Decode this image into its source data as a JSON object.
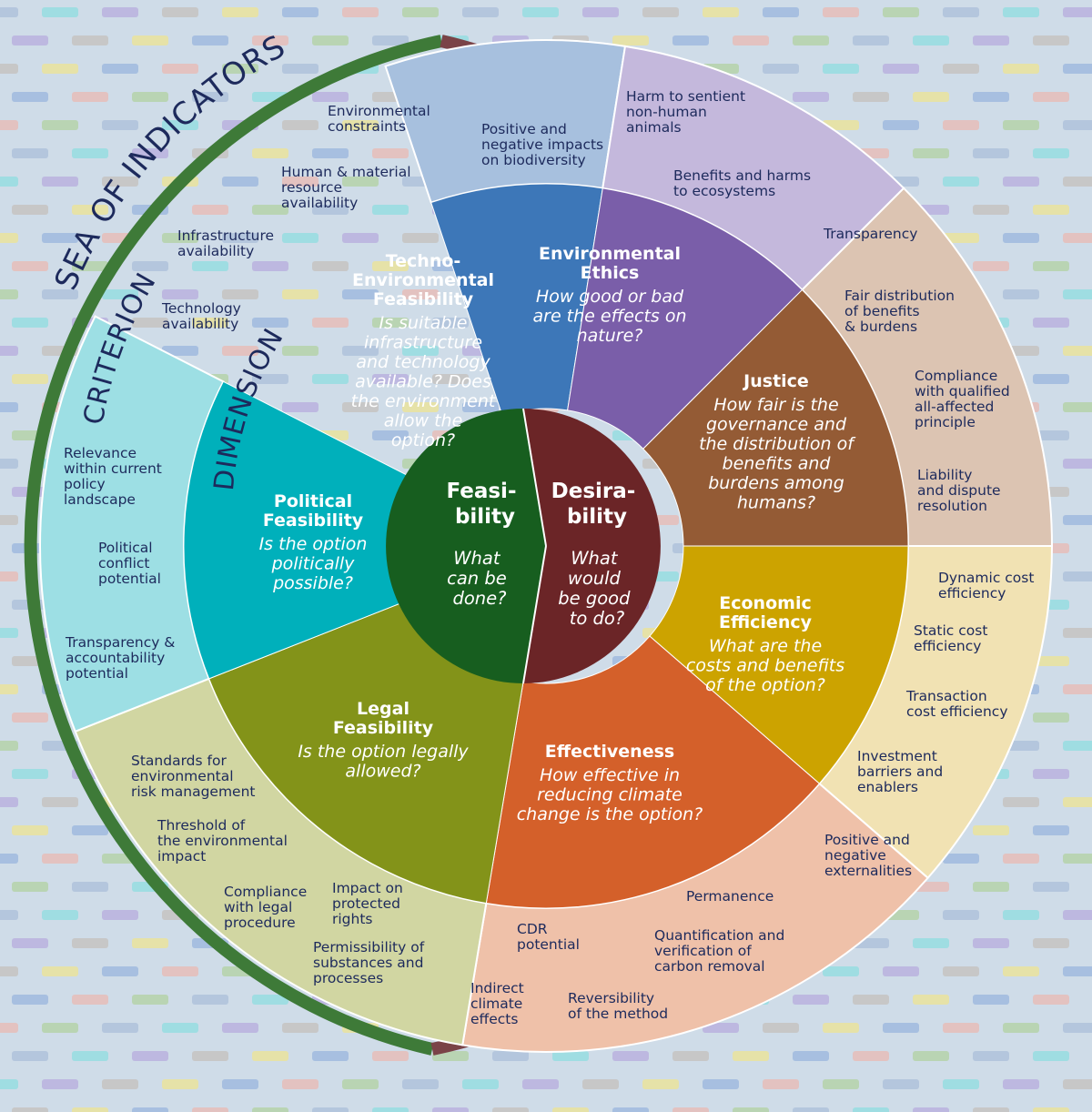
{
  "colors": {
    "background": "#cfdce8",
    "feasibility_border": "#3e7a38",
    "desirability_border": "#7a4347",
    "text_dark": "#1d2a5c"
  },
  "labels": {
    "sea_of_indicators": "SEA OF INDICATORS",
    "criterion": "CRITERION",
    "dimension": "DIMENSION"
  },
  "core": {
    "feasibility": {
      "title": [
        "Feasi-",
        "bility"
      ],
      "question": [
        "What",
        "can be",
        "done?"
      ]
    },
    "desirability": {
      "title": [
        "Desira-",
        "bility"
      ],
      "question": [
        "What",
        "would",
        "be good",
        "to do?"
      ]
    }
  },
  "dimensions": [
    {
      "id": "techno",
      "title": [
        "Techno-",
        "Environmental",
        "Feasibility"
      ],
      "question": [
        "Is suitable",
        "infrastructure",
        "and technology",
        "available? Does",
        "the environment",
        "allow the",
        "option?"
      ],
      "inner_color": "#3d77b8",
      "outer_color": "#a7c0de",
      "criteria": [
        [
          "Environmental",
          "constraints"
        ],
        [
          "Human & material",
          "resource",
          "availability"
        ],
        [
          "Infrastructure",
          "availability"
        ],
        [
          "Technology",
          "availability"
        ]
      ]
    },
    {
      "id": "envethics",
      "title": [
        "Environmental",
        "Ethics"
      ],
      "question": [
        "How good or bad",
        "are the effects on",
        "nature?"
      ],
      "inner_color": "#7a5ea9",
      "outer_color": "#c4b8dc",
      "criteria": [
        [
          "Positive and",
          "negative impacts",
          "on biodiversity"
        ],
        [
          "Harm to sentient",
          "non-human",
          "animals"
        ],
        [
          "Benefits and harms",
          "to ecosystems"
        ]
      ]
    },
    {
      "id": "justice",
      "title": [
        "Justice"
      ],
      "question": [
        "How fair is the",
        "governance and",
        "the distribution of",
        "benefits and",
        "burdens among",
        "humans?"
      ],
      "inner_color": "#945b35",
      "outer_color": "#dcc4b2",
      "criteria": [
        [
          "Transparency"
        ],
        [
          "Fair distribution",
          "of benefits",
          "& burdens"
        ],
        [
          "Compliance",
          "with qualified",
          "all-affected",
          "principle"
        ],
        [
          "Liability",
          "and dispute",
          "resolution"
        ]
      ]
    },
    {
      "id": "economic",
      "title": [
        "Economic",
        "Efficiency"
      ],
      "question": [
        "What are the",
        "costs and benefits",
        "of the option?"
      ],
      "inner_color": "#cca300",
      "outer_color": "#f1e2b3",
      "criteria": [
        [
          "Dynamic cost",
          "efficiency"
        ],
        [
          "Static cost",
          "efficiency"
        ],
        [
          "Transaction",
          "cost efficiency"
        ],
        [
          "Investment",
          "barriers and",
          "enablers"
        ],
        [
          "Positive and",
          "negative",
          "externalities"
        ]
      ]
    },
    {
      "id": "effectiveness",
      "title": [
        "Effectiveness"
      ],
      "question": [
        "How effective in",
        "reducing climate",
        "change is the option?"
      ],
      "inner_color": "#d4602a",
      "outer_color": "#efc1a9",
      "criteria": [
        [
          "Permanence"
        ],
        [
          "Quantification and",
          "verification of",
          "carbon removal"
        ],
        [
          "CDR",
          "potential"
        ],
        [
          "Reversibility",
          "of the method"
        ],
        [
          "Indirect",
          "climate",
          "effects"
        ]
      ]
    },
    {
      "id": "legal",
      "title": [
        "Legal",
        "Feasibility"
      ],
      "question": [
        "Is the option legally",
        "allowed?"
      ],
      "inner_color": "#839319",
      "outer_color": "#d1d6a2",
      "criteria": [
        [
          "Standards for",
          "environmental",
          "risk management"
        ],
        [
          "Threshold of",
          "the environmental",
          "impact"
        ],
        [
          "Compliance",
          "with legal",
          "procedure"
        ],
        [
          "Impact on",
          "protected",
          "rights"
        ],
        [
          "Permissibility of",
          "substances and",
          "processes"
        ]
      ]
    },
    {
      "id": "political",
      "title": [
        "Political",
        "Feasibility"
      ],
      "question": [
        "Is the option",
        "politically",
        "possible?"
      ],
      "inner_color": "#00b0bb",
      "outer_color": "#9ddfe4",
      "criteria": [
        [
          "Relevance",
          "within current",
          "policy",
          "landscape"
        ],
        [
          "Political",
          "conflict",
          "potential"
        ],
        [
          "Transparency &",
          "accountability",
          "potential"
        ]
      ]
    }
  ]
}
